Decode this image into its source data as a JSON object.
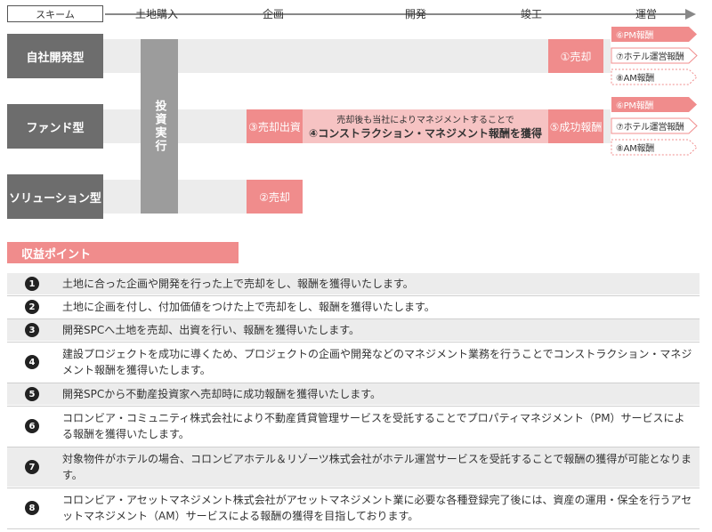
{
  "timeline": {
    "scheme_label": "スキーム",
    "stages": [
      "土地購入",
      "企画",
      "開発",
      "竣工",
      "運営"
    ]
  },
  "rows": [
    {
      "label": "自社開発型"
    },
    {
      "label": "ファンド型"
    },
    {
      "label": "ソリューション型"
    }
  ],
  "investment_label": "投資実行",
  "boxes": {
    "own_sale": "①売却",
    "solution_sale": "②売却",
    "fund_invest": "③売却出資",
    "fund_success": "⑤成功報酬",
    "mid_note_line1": "売却後も当社によりマネジメントすることで",
    "mid_note_line2": "④コンストラクション・マネジメント報酬を獲得"
  },
  "rewards": {
    "own": [
      "⑥PM報酬",
      "⑦ホテル運営報酬",
      "⑧AM報酬"
    ],
    "fund": [
      "⑥PM報酬",
      "⑦ホテル運営報酬",
      "⑧AM報酬"
    ]
  },
  "points": {
    "header": "収益ポイント",
    "items": [
      {
        "num": "1",
        "text": "土地に合った企画や開発を行った上で売却をし、報酬を獲得いたします。"
      },
      {
        "num": "2",
        "text": "土地に企画を付し、付加価値をつけた上で売却をし、報酬を獲得いたします。"
      },
      {
        "num": "3",
        "text": "開発SPCへ土地を売却、出資を行い、報酬を獲得いたします。"
      },
      {
        "num": "4",
        "text": "建設プロジェクトを成功に導くため、プロジェクトの企画や開発などのマネジメント業務を行うことでコンストラクション・マネジメント報酬を獲得いたします。"
      },
      {
        "num": "5",
        "text": "開発SPCから不動産投資家へ売却時に成功報酬を獲得いたします。"
      },
      {
        "num": "6",
        "text": "コロンビア・コミュニティ株式会社により不動産賃貸管理サービスを受託することでプロパティマネジメント（PM）サービスによる報酬を獲得いたします。"
      },
      {
        "num": "7",
        "text": "対象物件がホテルの場合、コロンビアホテル＆リゾーツ株式会社がホテル運営サービスを受託することで報酬の獲得が可能となります。"
      },
      {
        "num": "8",
        "text": "コロンビア・アセットマネジメント株式会社がアセットマネジメント業に必要な各種登録完了後には、資産の運用・保全を行うアセットマネジメント（AM）サービスによる報酬の獲得を目指しております。"
      }
    ]
  },
  "colors": {
    "pink": "#f08c8c",
    "light_pink": "#f6c3c3",
    "gray_dark": "#6d6d6d",
    "gray_mid": "#9c9c9c",
    "gray_light": "#ececec"
  }
}
